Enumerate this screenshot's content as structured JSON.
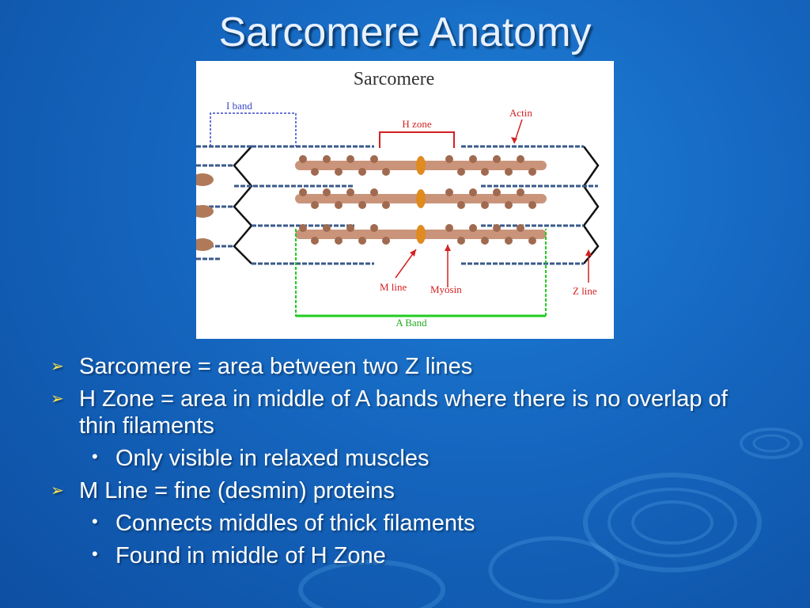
{
  "slide": {
    "title": "Sarcomere Anatomy"
  },
  "figure": {
    "heading": "Sarcomere",
    "labels": {
      "i_band": "I band",
      "h_zone": "H zone",
      "actin": "Actin",
      "m_line": "M line",
      "myosin": "Myosin",
      "z_line": "Z line",
      "a_band": "A Band"
    },
    "colors": {
      "i_band_bracket": "#3a48c8",
      "a_band_bracket": "#22cc22",
      "h_zone_bracket": "#d42020",
      "arrow": "#d42020",
      "m_line": "#e08a20",
      "myosin": "#b07a5a",
      "actin": "#3a5a8a"
    }
  },
  "bullets": [
    {
      "level": 1,
      "marker": "arrow",
      "text": "Sarcomere = area between two Z lines"
    },
    {
      "level": 1,
      "marker": "arrow",
      "text": "H Zone = area in middle of A bands where there is no overlap of thin filaments"
    },
    {
      "level": 2,
      "marker": "dot",
      "text": "Only visible in relaxed muscles"
    },
    {
      "level": 1,
      "marker": "arrow",
      "text": "M Line = fine (desmin) proteins"
    },
    {
      "level": 2,
      "marker": "dot",
      "text": "Connects middles of thick filaments"
    },
    {
      "level": 2,
      "marker": "dot",
      "text": "Found in middle of H Zone"
    }
  ]
}
